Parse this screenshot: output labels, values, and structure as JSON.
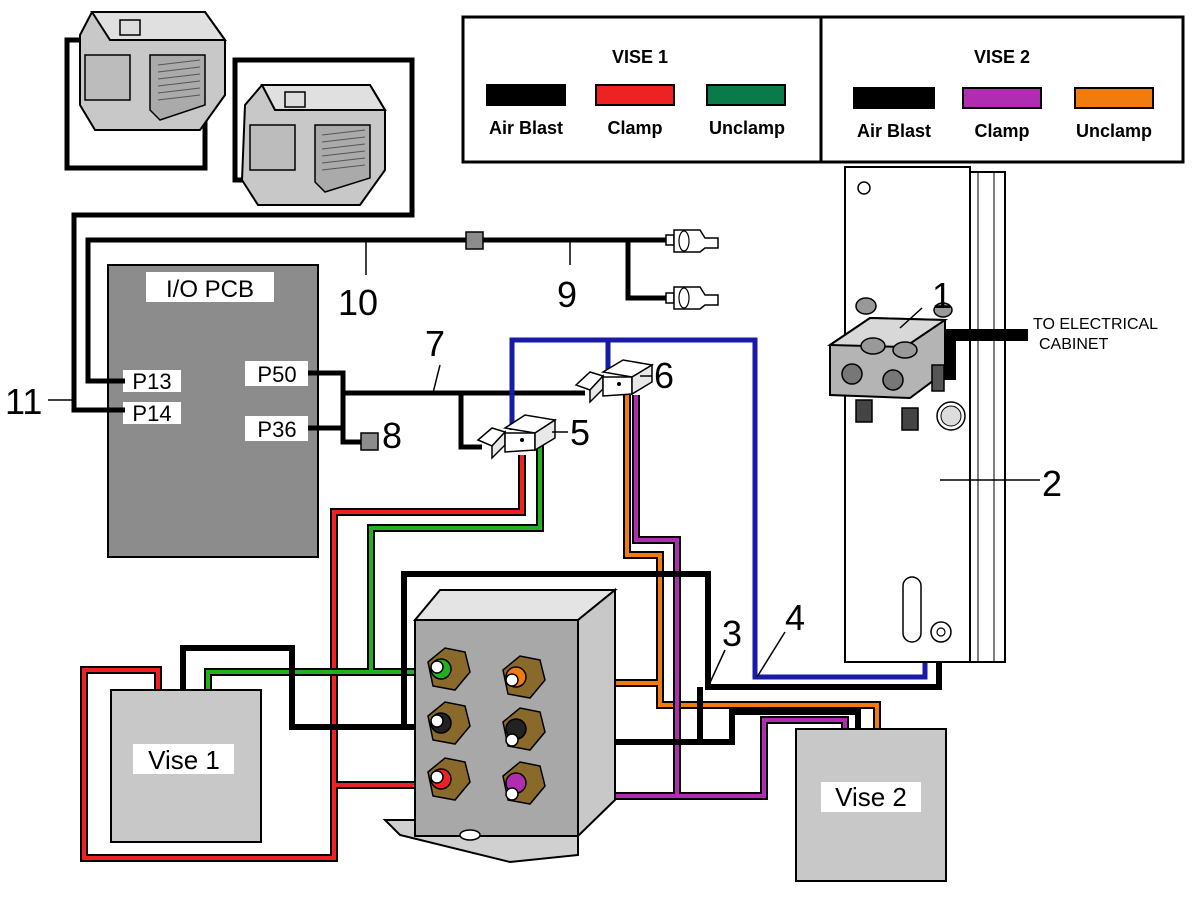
{
  "legend": {
    "vise1": {
      "title": "VISE 1",
      "items": [
        {
          "label": "Air Blast",
          "color": "#000000"
        },
        {
          "label": "Clamp",
          "color": "#ee2222"
        },
        {
          "label": "Unclamp",
          "color": "#0a7a4a"
        }
      ]
    },
    "vise2": {
      "title": "VISE 2",
      "items": [
        {
          "label": "Air Blast",
          "color": "#000000"
        },
        {
          "label": "Clamp",
          "color": "#b02cb0"
        },
        {
          "label": "Unclamp",
          "color": "#f07c10"
        }
      ]
    }
  },
  "pcb": {
    "title": "I/O PCB",
    "ports": [
      "P13",
      "P14",
      "P50",
      "P36"
    ]
  },
  "callouts": [
    "1",
    "2",
    "3",
    "4",
    "5",
    "6",
    "7",
    "8",
    "9",
    "10",
    "11"
  ],
  "cabinet_label_line1": "TO ELECTRICAL",
  "cabinet_label_line2": "CABINET",
  "vise1_label": "Vise 1",
  "vise2_label": "Vise 2",
  "line_colors": {
    "black": "#000000",
    "red": "#ee2222",
    "green": "#22b022",
    "blue": "#1a1aa8",
    "orange": "#f07c10",
    "purple": "#b02cb0"
  }
}
